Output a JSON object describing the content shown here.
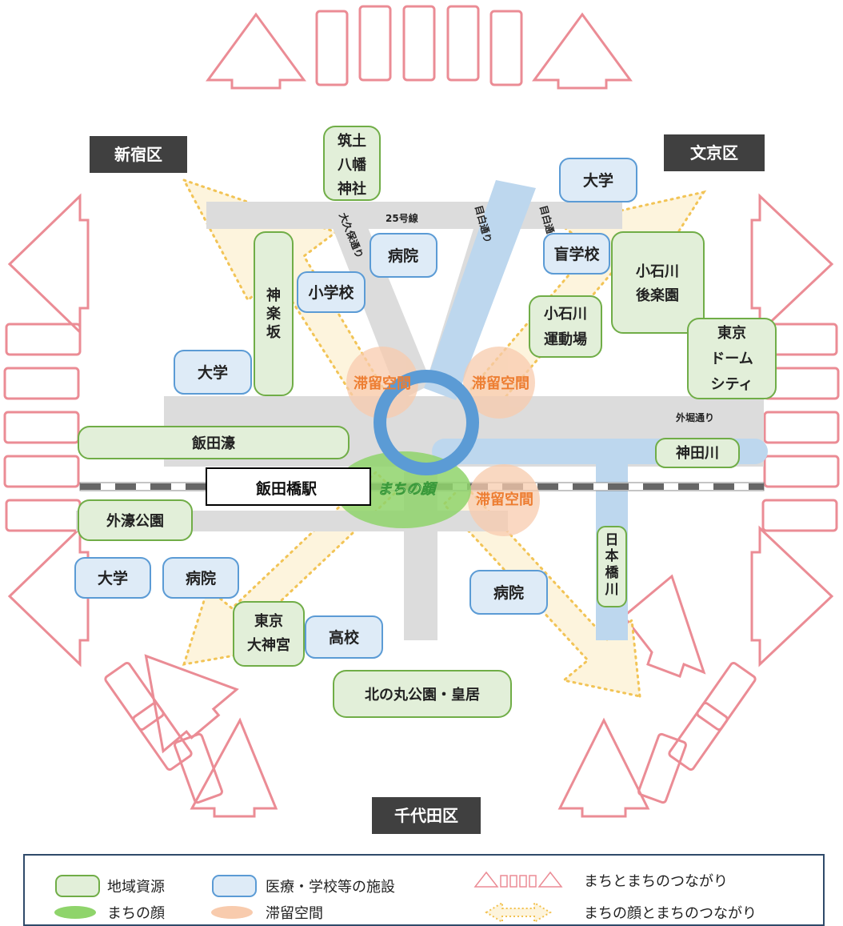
{
  "wards": {
    "shinjuku": "新宿区",
    "bunkyo": "文京区",
    "chiyoda": "千代田区"
  },
  "roads": {
    "route25": "25号線",
    "okubo": "大久保通り",
    "mejiro_a": "目白通り",
    "mejiro_b": "目白通り",
    "sotobori": "外堀通り"
  },
  "station": "飯田橋駅",
  "machi_no_kao": "まちの顔",
  "stay_spaces": [
    "滞留空間",
    "滞留空間",
    "滞留空間"
  ],
  "regional_resources": {
    "tsukudo": [
      "筑土",
      "八幡",
      "神社"
    ],
    "kagurazaka": [
      "神",
      "楽",
      "坂"
    ],
    "iidabori": "飯田濠",
    "sotobori_park": "外濠公園",
    "daijingu": [
      "東京",
      "大神宮"
    ],
    "kitanomaru": "北の丸公園・皇居",
    "koishikawa_korakuen": [
      "小石川",
      "後楽園"
    ],
    "koishikawa_ground": [
      "小石川",
      "運動場"
    ],
    "tokyo_dome": [
      "東京",
      "ドーム",
      "シティ"
    ],
    "kandagawa": "神田川",
    "nihonbashi": [
      "日",
      "本",
      "橋",
      "川"
    ]
  },
  "facilities": {
    "hospital_north": "病院",
    "elementary": "小学校",
    "univ_west": "大学",
    "univ_ne": "大学",
    "blind_school": "盲学校",
    "univ_sw": "大学",
    "hospital_sw": "病院",
    "highschool": "高校",
    "hospital_se": "病院"
  },
  "legend": {
    "regional_resource": "地域資源",
    "facility": "医療・学校等の施設",
    "town_connection": "まちとまちのつながり",
    "machi_no_kao": "まちの顔",
    "stay_space": "滞留空間",
    "kao_connection": "まちの顔とまちのつながり"
  },
  "colors": {
    "resource_fill": "#e2efd9",
    "resource_stroke": "#70ad47",
    "facility_fill": "#deebf7",
    "facility_stroke": "#5b9bd5",
    "kao_green": "#8fd46b",
    "stay_orange": "#f8cbad",
    "stay_text": "#ed7d31",
    "ring_blue": "#5b9bd5",
    "arrow_pink": "#e8808a",
    "dotted_arrow": "#f5c542",
    "road_gray": "#dcdcdc",
    "river_blue": "#bdd7ee",
    "ward_label_bg": "#404040"
  }
}
